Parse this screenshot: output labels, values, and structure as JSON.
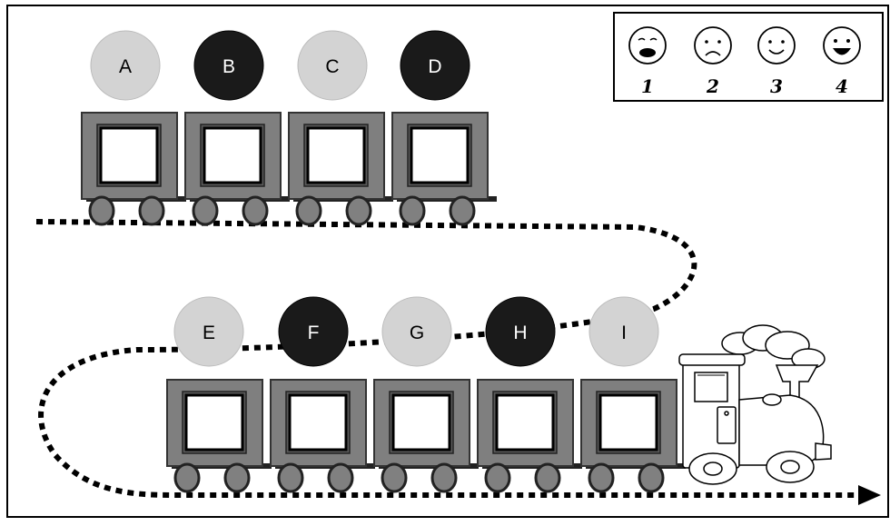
{
  "scale": {
    "faces": [
      {
        "number": "1",
        "mood": "crying-face"
      },
      {
        "number": "2",
        "mood": "sad-face"
      },
      {
        "number": "3",
        "mood": "smiling-face"
      },
      {
        "number": "4",
        "mood": "laughing-face"
      }
    ]
  },
  "train": {
    "top_row": [
      {
        "label": "A",
        "shade": "light"
      },
      {
        "label": "B",
        "shade": "dark"
      },
      {
        "label": "C",
        "shade": "light"
      },
      {
        "label": "D",
        "shade": "dark"
      }
    ],
    "bottom_row": [
      {
        "label": "E",
        "shade": "light"
      },
      {
        "label": "F",
        "shade": "dark"
      },
      {
        "label": "G",
        "shade": "light"
      },
      {
        "label": "H",
        "shade": "dark"
      },
      {
        "label": "I",
        "shade": "light"
      }
    ]
  },
  "colors": {
    "light_circle": "#d3d3d3",
    "dark_circle": "#1a1a1a",
    "wagon": "#7f7f7f",
    "wheel": "#808080",
    "track": "#000000"
  }
}
